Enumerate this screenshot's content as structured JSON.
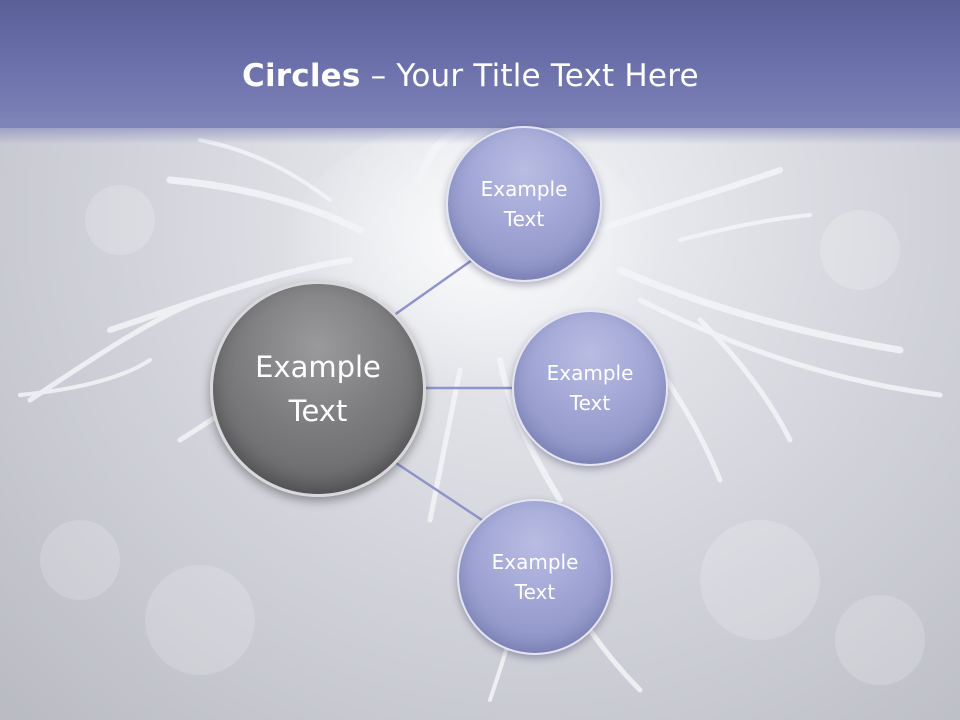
{
  "title": {
    "bold": "Circles",
    "rest": " – Your Title Text Here"
  },
  "diagram": {
    "center": {
      "line1": "Example",
      "line2": "Text"
    },
    "nodes": [
      {
        "line1": "Example",
        "line2": "Text"
      },
      {
        "line1": "Example",
        "line2": "Text"
      },
      {
        "line1": "Example",
        "line2": "Text"
      }
    ]
  },
  "colors": {
    "header": "#6b70aa",
    "center_circle": "#7c7c7e",
    "node_circle": "#9da2d2",
    "connector": "#8f94c9"
  }
}
